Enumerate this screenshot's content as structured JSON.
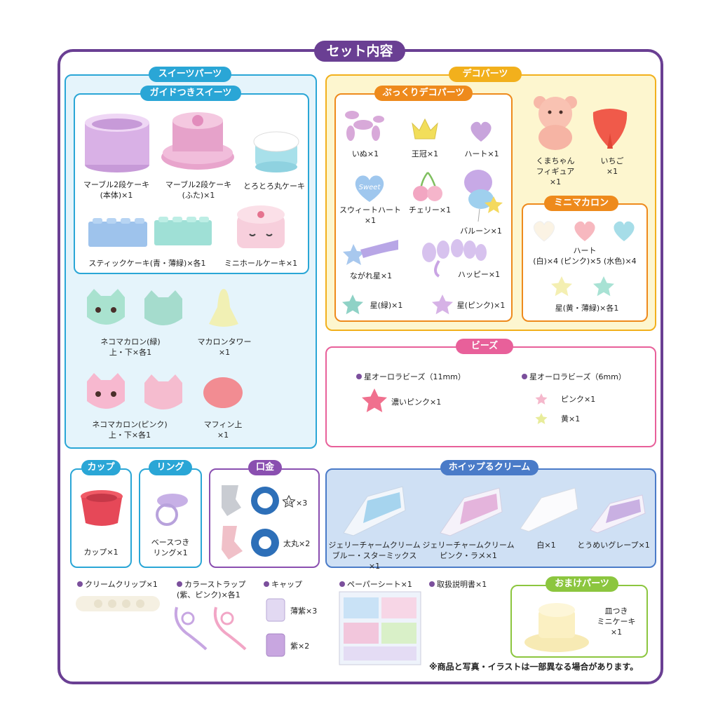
{
  "title": "セット内容",
  "sweets": {
    "title": "スイーツパーツ",
    "guide_title": "ガイドつきスイーツ",
    "items": [
      "マーブル2段ケーキ\n(本体)×1",
      "マーブル2段ケーキ\n(ふた)×1",
      "とろとろ丸ケーキ",
      "スティックケーキ(青・薄緑)×各1",
      "ミニホールケーキ×1"
    ],
    "extras": [
      "ネコマカロン(緑)\n上・下×各1",
      "マカロンタワー\n×1",
      "ネコマカロン(ピンク)\n上・下×各1",
      "マフィン上\n×1"
    ]
  },
  "deco": {
    "title": "デコパーツ",
    "puffy_title": "ぷっくりデコパーツ",
    "puffy_items": [
      "いぬ×1",
      "王冠×1",
      "ハート×1",
      "スウィートハート\n×1",
      "チェリー×1",
      "バルーン×1",
      "ながれ星×1",
      "ハッピー×1",
      "星(緑)×1",
      "星(ピンク)×1"
    ],
    "bear": "くまちゃん\nフィギュア\n×1",
    "strawberry": "いちご\n×1",
    "macaron_title": "ミニマカロン",
    "macaron_heart": "ハート\n(白)×4 (ピンク)×5 (水色)×4",
    "macaron_star": "星(黄・薄緑)×各1",
    "sweet_word": "Sweet"
  },
  "beads": {
    "title": "ビーズ",
    "left_head": "星オーロラビーズ（11mm）",
    "left_item": "濃いピンク×1",
    "right_head": "星オーロラビーズ（6mm）",
    "right_items": [
      "ピンク×1",
      "黄×1"
    ]
  },
  "cup": {
    "title": "カップ",
    "label": "カップ×1"
  },
  "ring": {
    "title": "リング",
    "label": "ベースつき\nリング×1"
  },
  "nozzle": {
    "title": "口金",
    "label1": "×3",
    "label2": "太丸×2",
    "badge": "10"
  },
  "cream": {
    "title": "ホイップるクリーム",
    "items": [
      "ジェリーチャームクリーム\nブルー・スターミックス×1",
      "ジェリーチャームクリーム\nピンク・ラメ×1",
      "白×1",
      "とうめいグレープ×1"
    ]
  },
  "misc": {
    "clip": "クリームクリップ×1",
    "strap": "カラーストラップ\n(紫、ピンク)×各1",
    "cap": "キャップ",
    "cap1": "薄紫×3",
    "cap2": "紫×2",
    "paper": "ペーパーシート×1",
    "manual": "取扱説明書×1"
  },
  "bonus": {
    "title": "おまけパーツ",
    "label": "皿つき\nミニケーキ\n×1"
  },
  "note": "※商品と写真・イラストは一部異なる場合があります。",
  "colors": {
    "frame": "#6a3f93",
    "sweets": "#2aa6d6",
    "deco": "#f2b01c",
    "deco_inner": "#ee8a1c",
    "beads": "#e8609a",
    "cream": "#4a7bc8",
    "bonus": "#8cc63f"
  }
}
